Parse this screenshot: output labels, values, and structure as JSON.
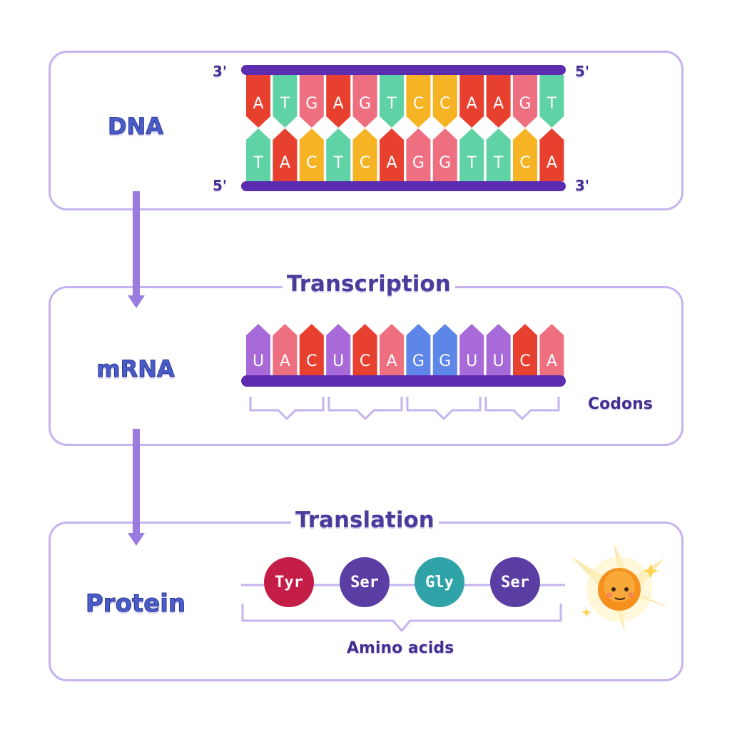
{
  "stages": {
    "dna": {
      "label": "DNA",
      "top_strand": {
        "left_end": "3'",
        "right_end": "5'",
        "bases": [
          "A",
          "T",
          "G",
          "A",
          "G",
          "T",
          "C",
          "C",
          "A",
          "A",
          "G",
          "T"
        ]
      },
      "bottom_strand": {
        "left_end": "5'",
        "right_end": "3'",
        "bases": [
          "T",
          "A",
          "C",
          "T",
          "C",
          "A",
          "G",
          "G",
          "T",
          "T",
          "C",
          "A"
        ]
      }
    },
    "transcription": {
      "label": "Transcription"
    },
    "mrna": {
      "label": "mRNA",
      "bases": [
        "U",
        "A",
        "C",
        "U",
        "C",
        "A",
        "G",
        "G",
        "U",
        "U",
        "C",
        "A"
      ],
      "codons_label": "Codons"
    },
    "translation": {
      "label": "Translation"
    },
    "protein": {
      "label": "Protein",
      "amino_acids": [
        "Tyr",
        "Ser",
        "Gly",
        "Ser"
      ],
      "amino_acids_label": "Amino acids"
    }
  },
  "colors": {
    "panel_border": "#c5b3ef",
    "arrow": "#9a7ce0",
    "backbone": "#5b2bb0",
    "base_A": "#e8402f",
    "base_T": "#5fd3a6",
    "base_G": "#ee6f7f",
    "base_C": "#f6b425",
    "base_U": "#a86ad8",
    "mrna_A": "#ee6f7f",
    "mrna_C": "#e8402f",
    "mrna_G": "#5d86e8",
    "amino_Tyr": "#c41e48",
    "amino_Ser": "#5a3ea3",
    "amino_Gly": "#2fa3a8"
  }
}
